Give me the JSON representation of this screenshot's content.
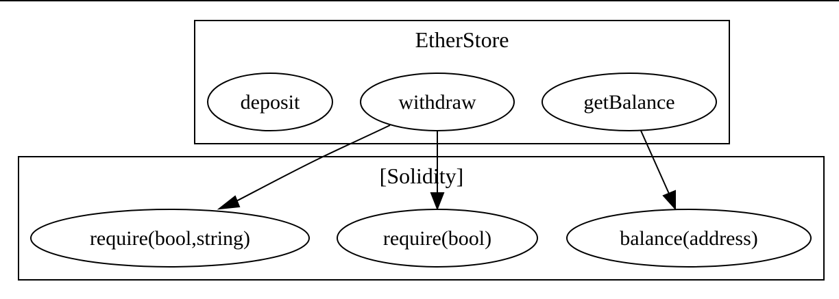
{
  "clusters": [
    {
      "id": "etherstore",
      "label": "EtherStore"
    },
    {
      "id": "solidity",
      "label": "[Solidity]"
    }
  ],
  "nodes": [
    {
      "id": "deposit",
      "label": "deposit",
      "cluster": "etherstore"
    },
    {
      "id": "withdraw",
      "label": "withdraw",
      "cluster": "etherstore"
    },
    {
      "id": "getBalance",
      "label": "getBalance",
      "cluster": "etherstore"
    },
    {
      "id": "require_bool_string",
      "label": "require(bool,string)",
      "cluster": "solidity"
    },
    {
      "id": "require_bool",
      "label": "require(bool)",
      "cluster": "solidity"
    },
    {
      "id": "balance_address",
      "label": "balance(address)",
      "cluster": "solidity"
    }
  ],
  "edges": [
    {
      "from": "withdraw",
      "to": "require_bool_string"
    },
    {
      "from": "withdraw",
      "to": "require_bool"
    },
    {
      "from": "getBalance",
      "to": "balance_address"
    }
  ]
}
